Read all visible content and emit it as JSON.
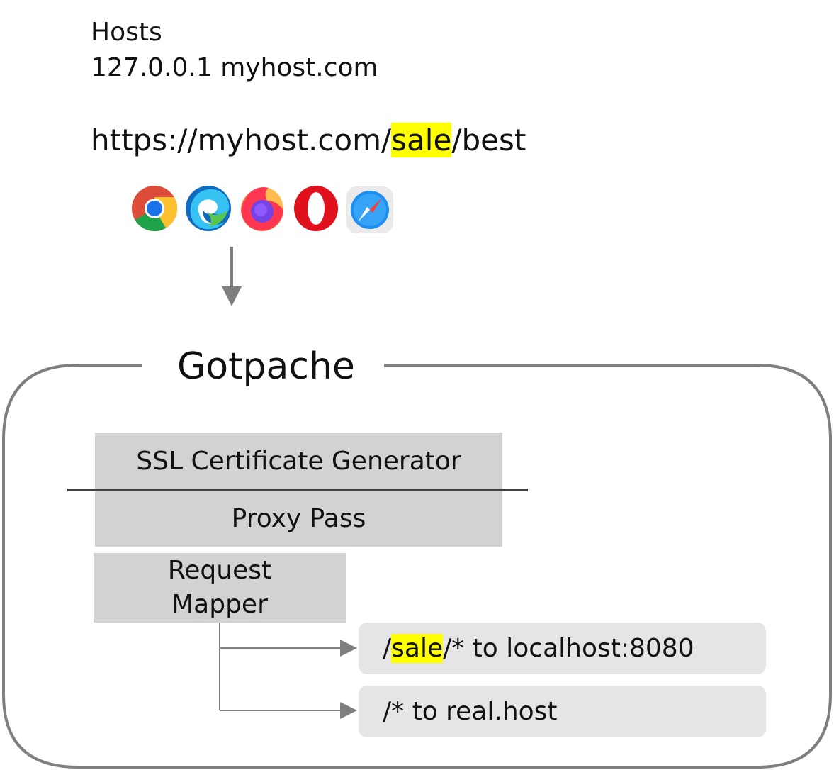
{
  "hosts": {
    "title": "Hosts",
    "entry": "127.0.0.1 myhost.com"
  },
  "url": {
    "prefix": "https://myhost.com/",
    "highlight": "sale",
    "suffix": "/best"
  },
  "browsers": [
    "chrome-icon",
    "edge-icon",
    "firefox-icon",
    "opera-icon",
    "safari-icon"
  ],
  "gotpache": {
    "title": "Gotpache",
    "ssl_label": "SSL Certificate Generator",
    "proxy_label": "Proxy Pass",
    "mapper_line1": "Request",
    "mapper_line2": "Mapper",
    "rule1": {
      "prefix": "/",
      "highlight": "sale",
      "suffix": "/* to localhost:8080"
    },
    "rule2": {
      "text": "/* to real.host"
    }
  },
  "colors": {
    "highlight": "#ffff00",
    "box_fill": "#d3d1d2",
    "rule_fill": "#e6e5e5",
    "frame_stroke": "#7f7f7f"
  }
}
